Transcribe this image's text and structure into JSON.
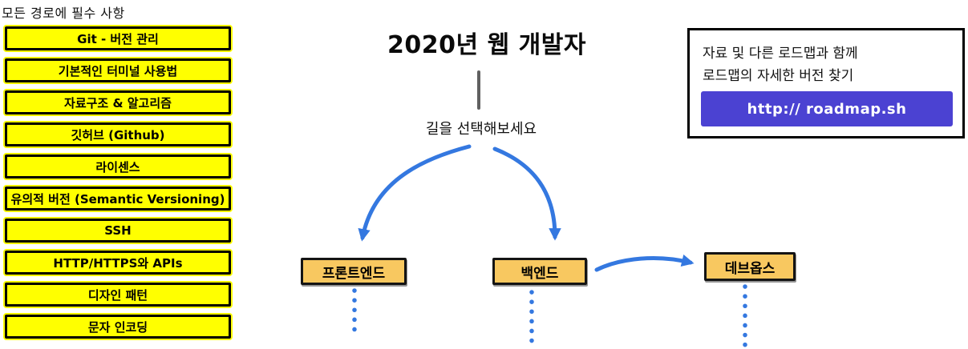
{
  "left_panel": {
    "header": "모든 경로에 필수 사항",
    "items": [
      "Git - 버전 관리",
      "기본적인 터미널 사용법",
      "자료구조 & 알고리즘",
      "깃허브 (Github)",
      "라이센스",
      "유의적 버전 (Semantic Versioning)",
      "SSH",
      "HTTP/HTTPS와 APIs",
      "디자인 패턴",
      "문자 인코딩"
    ],
    "box_fill": "#ffff00",
    "border_color": "#000000"
  },
  "center": {
    "title": "2020년 웹 개발자",
    "subtitle": "길을 선택해보세요"
  },
  "paths": {
    "frontend": "프론트엔드",
    "backend": "백엔드",
    "devops": "데브옵스",
    "node_fill": "#f8c860"
  },
  "info_box": {
    "line1": "자료 및 다른 로드맵과 함께",
    "line2": "로드맵의 자세한 버전 찾기",
    "button_label": "http:// roadmap.sh",
    "button_color": "#4b42d2"
  },
  "colors": {
    "arrow_blue": "#3478e0",
    "connector_gray": "#606060"
  }
}
